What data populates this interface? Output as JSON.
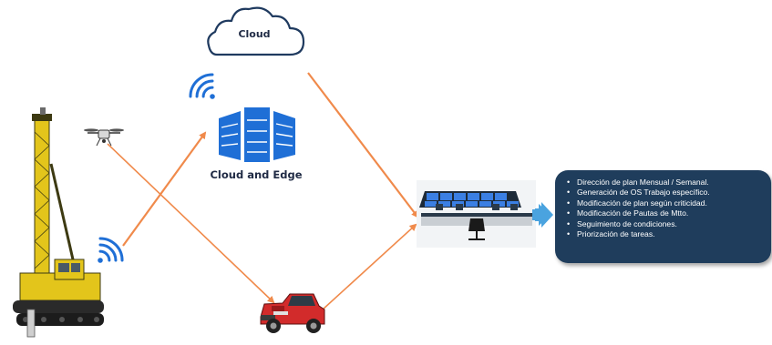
{
  "diagram": {
    "nodes": {
      "cloud": {
        "label": "Cloud",
        "icon": "cloud-outline-icon"
      },
      "edge": {
        "label": "Cloud and Edge",
        "icon": "server-racks-icon"
      },
      "drill_rig": {
        "icon": "drill-rig-icon"
      },
      "drone": {
        "icon": "drone-icon"
      },
      "truck": {
        "icon": "pickup-truck-icon"
      },
      "control_room": {
        "icon": "control-room-icon"
      }
    },
    "tasks": [
      "Dirección de plan Mensual / Semanal.",
      "Generación de OS Trabajo específico.",
      "Modificación de plan según criticidad.",
      "Modificación de Pautas de Mtto.",
      "Seguimiento de condiciones.",
      "Priorización de tareas."
    ]
  },
  "colors": {
    "arrow": "#f08a4b",
    "icon_blue": "#1f6fd6",
    "box_bg": "#1f3d5c",
    "block_arrow": "#4aa3df"
  }
}
